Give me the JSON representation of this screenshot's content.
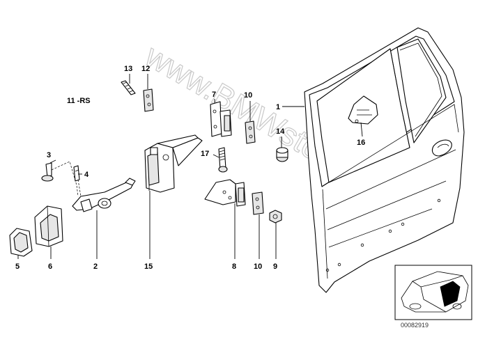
{
  "diagram": {
    "watermark": "www.BMWstore.pl",
    "reference_number": "00082919",
    "callouts": {
      "c1": "1",
      "c2": "2",
      "c3": "3",
      "c4": "4",
      "c5": "5",
      "c6": "6",
      "c7": "7",
      "c8": "8",
      "c9": "9",
      "c10a": "10",
      "c10b": "10",
      "c11": "11 -RS",
      "c12": "12",
      "c13": "13",
      "c14": "14",
      "c15": "15",
      "c16": "16",
      "c17": "17"
    }
  }
}
